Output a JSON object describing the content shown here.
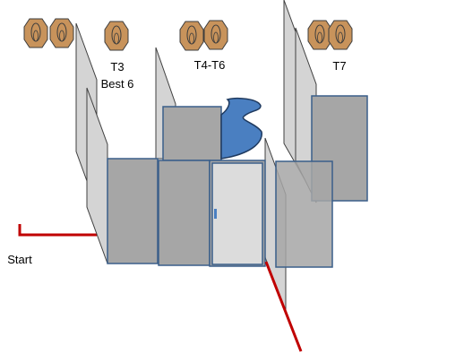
{
  "labels": {
    "t3": "T3",
    "best6": "Best 6",
    "t4t6": "T4-T6",
    "t7": "T7",
    "start": "Start"
  },
  "colors": {
    "wall_fill": "#d4d4d4",
    "wall_stroke": "#404040",
    "panel_fill": "#a6a6a6",
    "panel_stroke": "#3a5f8a",
    "door_fill": "#dcdcdc",
    "target_fill": "#c8935b",
    "target_stroke": "#3d3d3d",
    "blob_fill": "#4a7fc1",
    "line_red": "#c00000"
  },
  "targets": {
    "group_left": "target-pair",
    "group_t3": "target-single",
    "group_t4t6": "target-pair",
    "group_t7": "target-pair"
  }
}
